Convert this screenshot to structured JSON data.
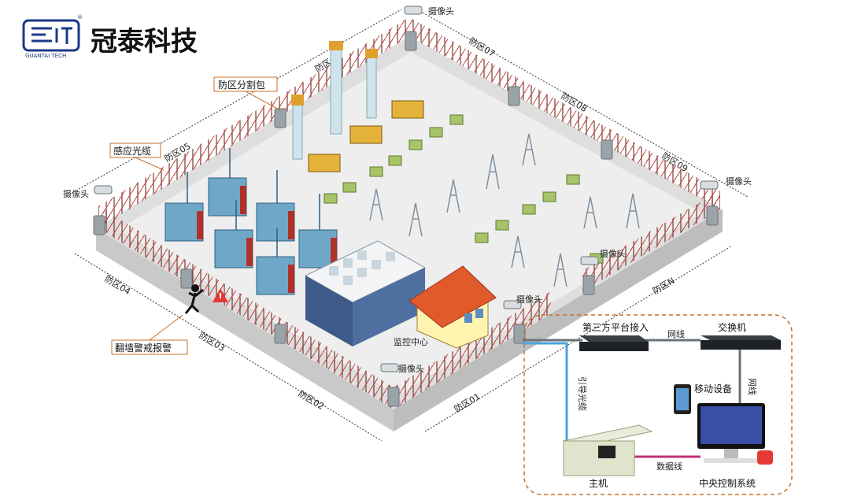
{
  "brand": {
    "name": "冠泰科技",
    "sub": "GUANTAI TECH",
    "registered": "®"
  },
  "callouts": {
    "divider": "防区分割包",
    "sensing_cable": "感应光缆",
    "climb_alarm": "翻墙警戒报警"
  },
  "zones": {
    "z01": "防区01",
    "z02": "防区02",
    "z03": "防区03",
    "z04": "防区04",
    "z05": "防区05",
    "z06": "防区06",
    "z07": "防区07",
    "z08": "防区08",
    "z09": "防区09",
    "zN": "防区N"
  },
  "camera_label": "摄像头",
  "monitor_center": "监控中心",
  "system": {
    "third_party": "第三方平台接入",
    "switch": "交换机",
    "network_line": "网线",
    "guide_cable": "引导光缆",
    "mobile": "移动设备",
    "host": "主机",
    "data_line": "数据线",
    "central": "中央控制系统"
  },
  "colors": {
    "ground": "#ececec",
    "wall": "#d6d6d6",
    "fence_wire": "#c62828",
    "box_border": "#c8702a",
    "logo_blue": "#1a3a8a"
  }
}
